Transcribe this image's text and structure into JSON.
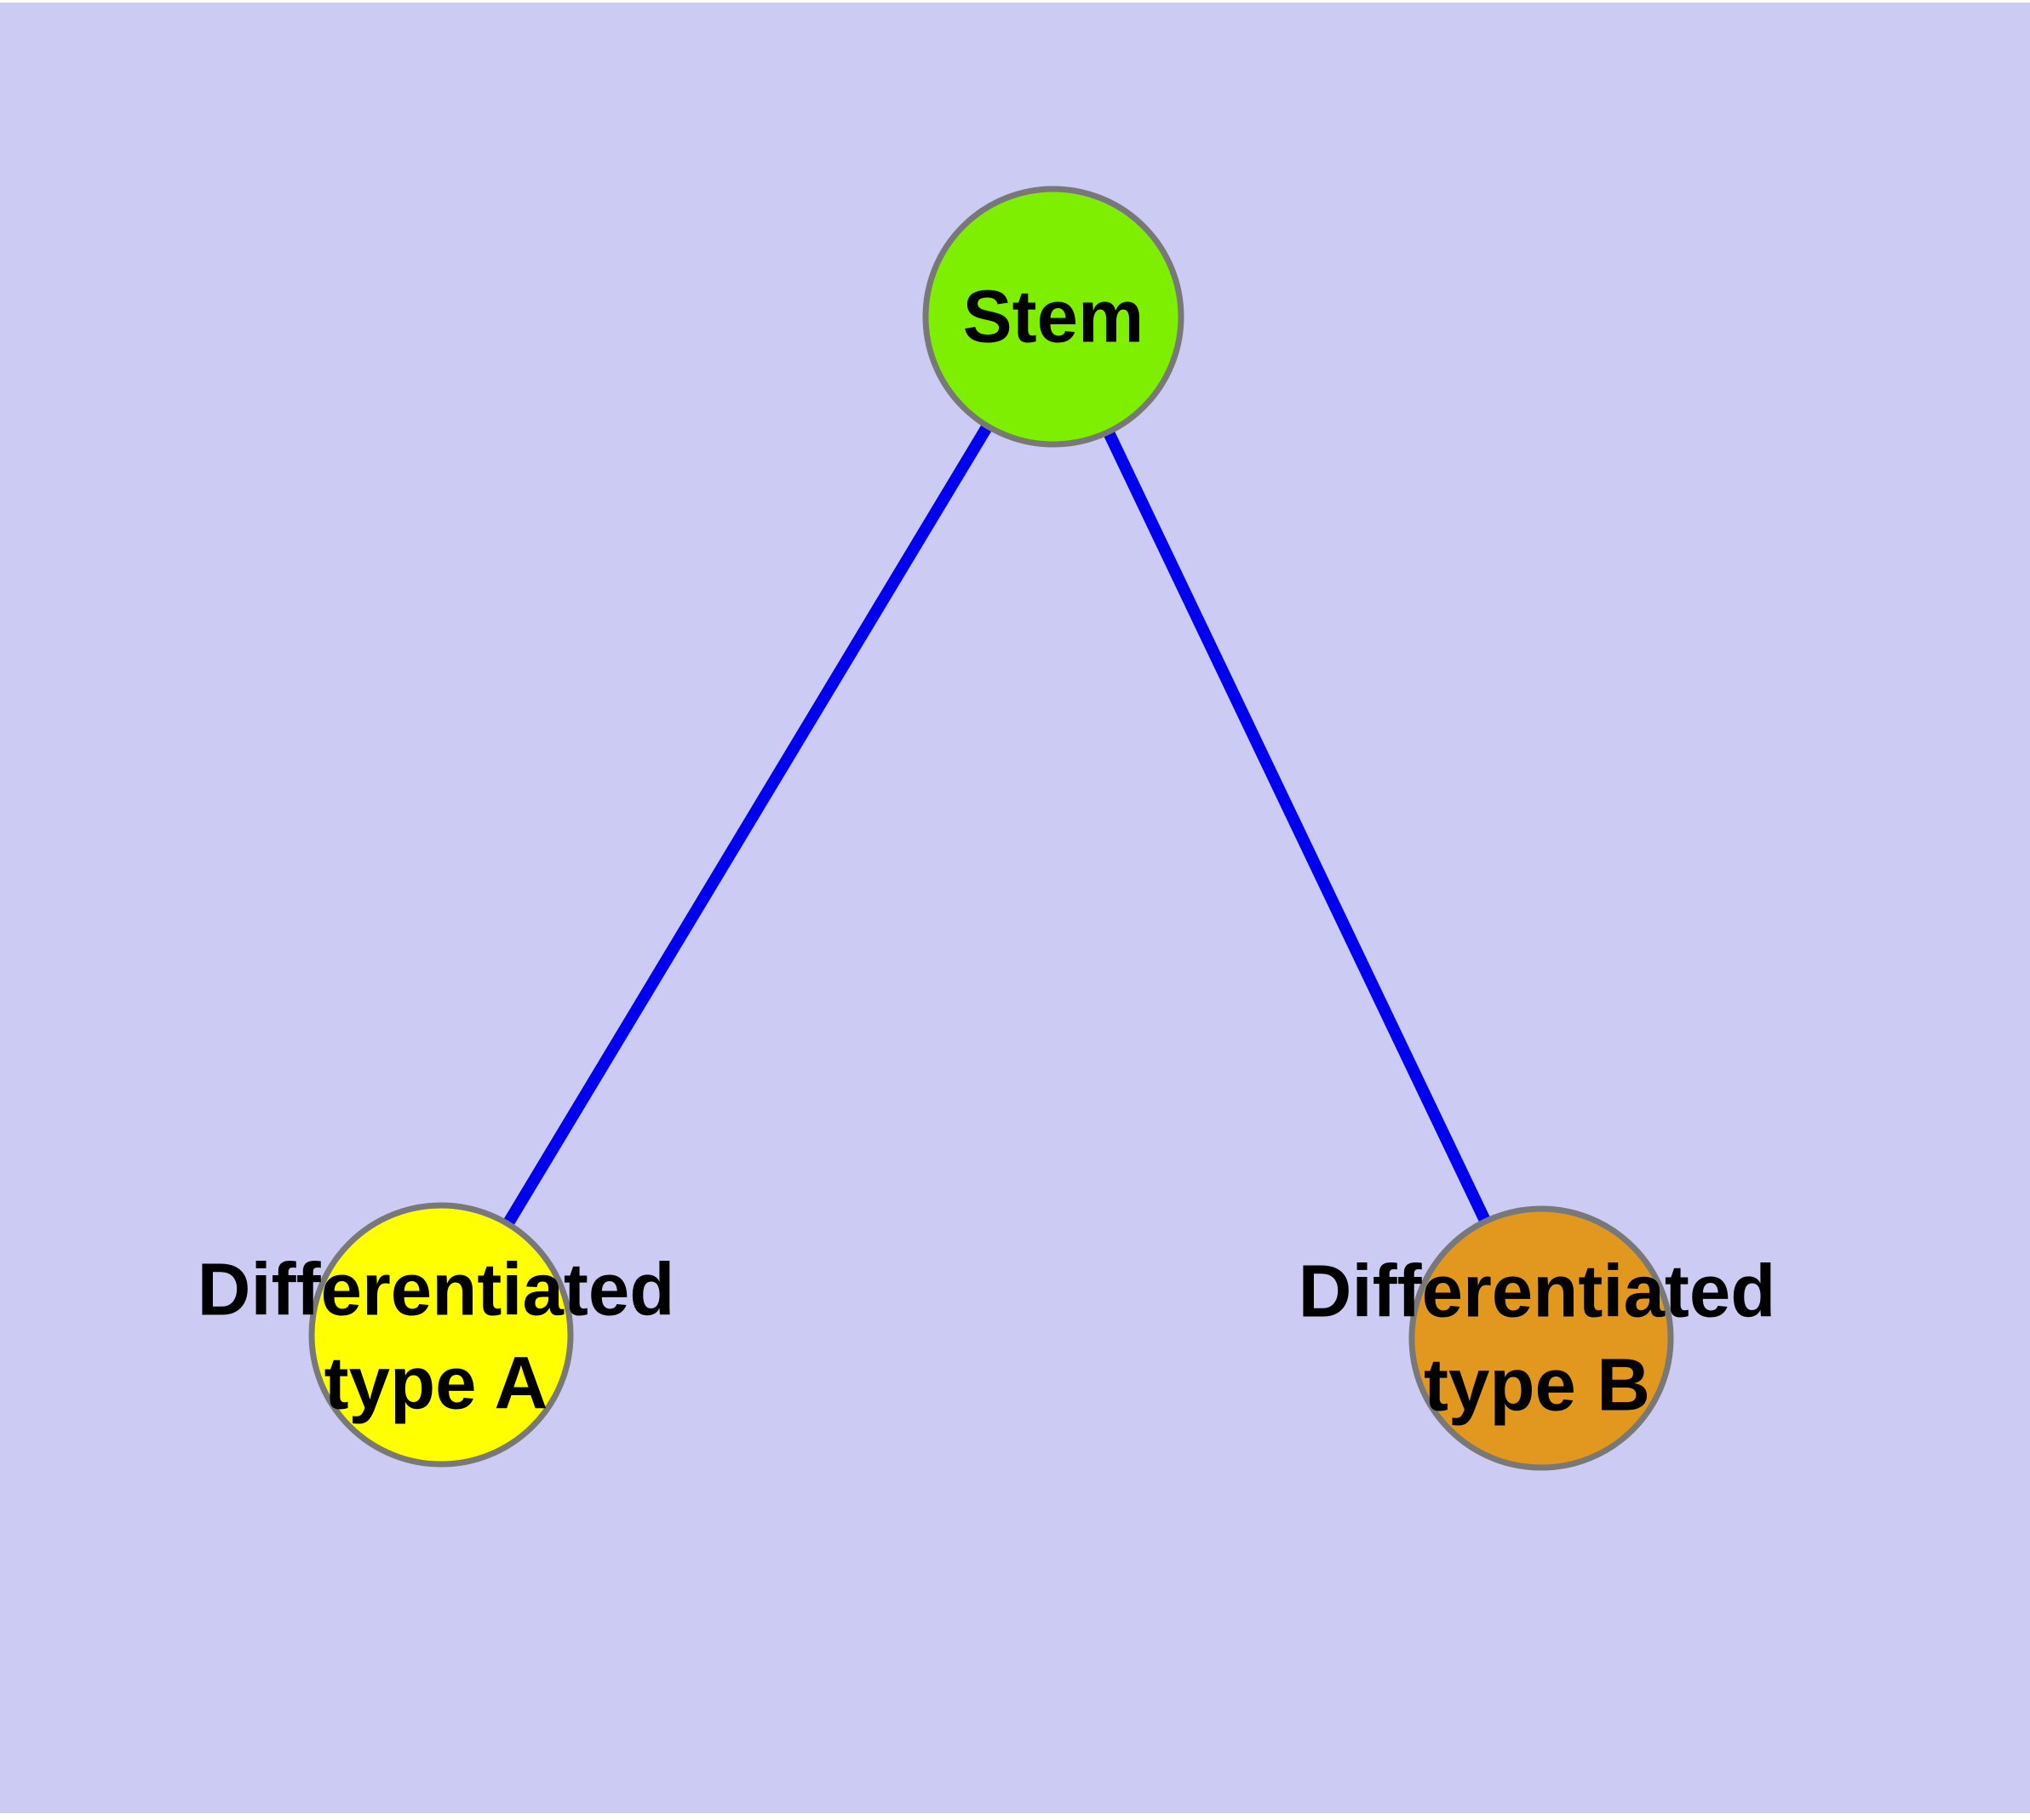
{
  "diagram": {
    "background_color": "#cbcbf4",
    "margin_color": "#ffffff",
    "edge_color": "#0000ee",
    "node_border_color": "#787878",
    "label_color": "#000000",
    "nodes": [
      {
        "id": "stem",
        "label": "Stem",
        "lines": [
          "Stem"
        ],
        "color": "#7fef00"
      },
      {
        "id": "differentiated-type-a",
        "label": "Differentiated type A",
        "lines": [
          "Differentiated",
          "type A"
        ],
        "color": "#ffff00"
      },
      {
        "id": "differentiated-type-b",
        "label": "Differentiated type B",
        "lines": [
          "Differentiated",
          "type B"
        ],
        "color": "#e2981e"
      }
    ],
    "edges": [
      {
        "from": "stem",
        "to": "differentiated-type-a"
      },
      {
        "from": "stem",
        "to": "differentiated-type-b"
      }
    ]
  }
}
